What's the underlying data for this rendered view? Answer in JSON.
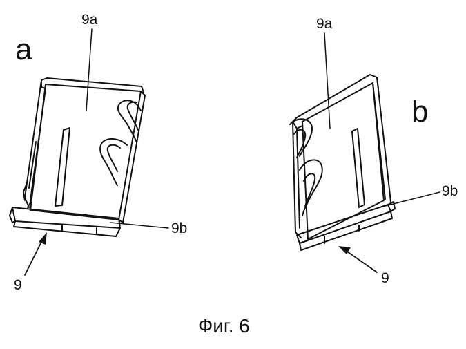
{
  "figure": {
    "panel_a": {
      "letter": "a",
      "label_top": "9a",
      "label_side": "9b",
      "label_arrow": "9"
    },
    "panel_b": {
      "letter": "b",
      "label_top": "9a",
      "label_side": "9b",
      "label_arrow": "9"
    },
    "caption": "Фиг. 6",
    "line_color": "#111111"
  }
}
